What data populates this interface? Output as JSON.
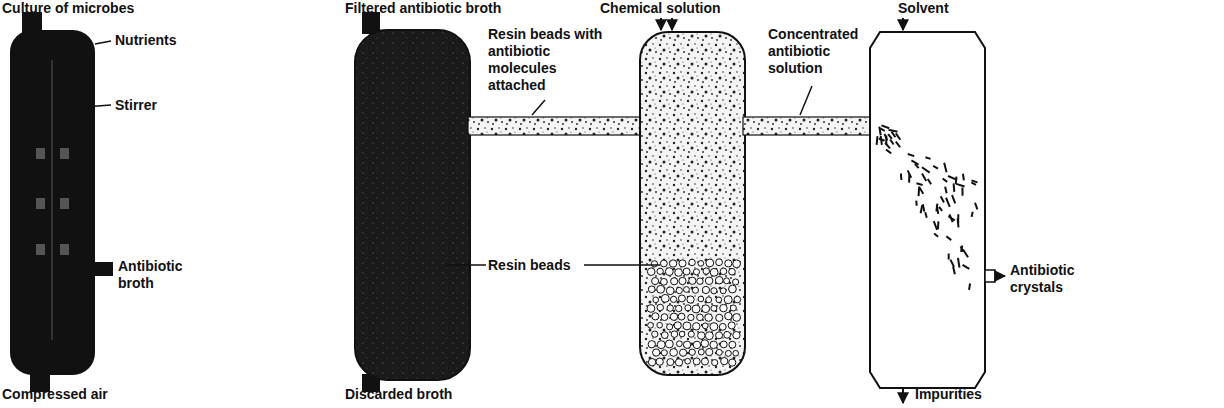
{
  "diagram": {
    "labels": [
      "Culture of microbes",
      "Filtered antibiotic broth",
      "Chemical solution",
      "Solvent",
      "Resin beads with antibiotic molecules attached",
      "Concentrated antibiotic solution",
      "Nutrients",
      "Stirrer",
      "Antibiotic broth",
      "Resin beads",
      "Antibiotic crystals",
      "Compressed air",
      "Discarded broth",
      "Impurities"
    ]
  }
}
